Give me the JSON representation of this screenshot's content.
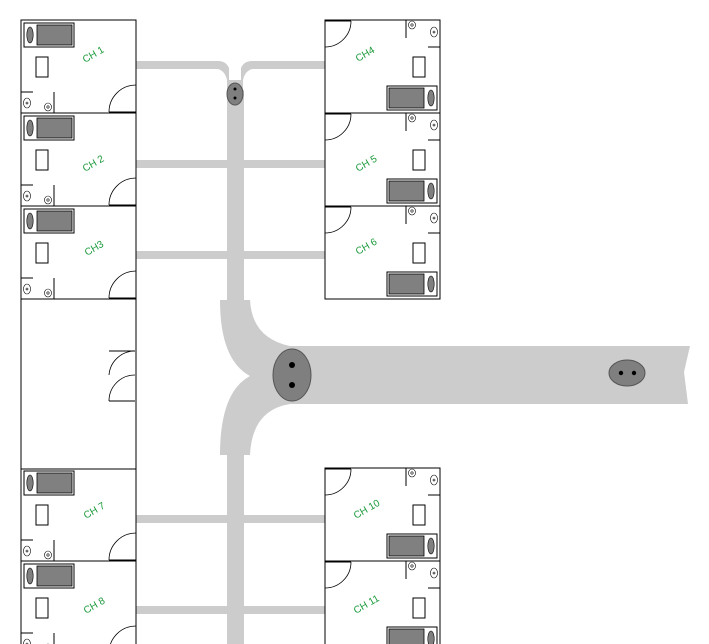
{
  "colors": {
    "label": "#1a9a3a",
    "path": "#cccccc",
    "marker": "#7f7f7f"
  },
  "rooms": {
    "ch1": "CH 1",
    "ch2": "CH 2",
    "ch3": "CH3",
    "ch4": "CH4",
    "ch5": "CH 5",
    "ch6": "CH 6",
    "ch7": "CH 7",
    "ch8": "CH 8",
    "ch10": "CH 10",
    "ch11": "CH 11"
  }
}
